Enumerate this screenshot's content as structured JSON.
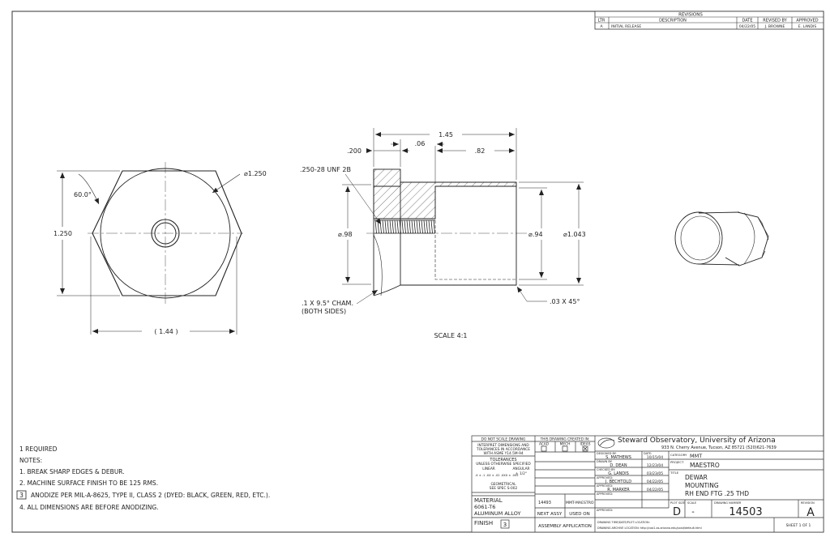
{
  "revisions": {
    "title": "REVISIONS",
    "headers": [
      "LTR",
      "DESCRIPTION",
      "DATE",
      "REVISED BY",
      "APPROVED"
    ],
    "rows": [
      [
        "A",
        "INITIAL RELEASE",
        "04/22/05",
        "J. BROWNE",
        "E. LANDIS"
      ]
    ]
  },
  "front_view": {
    "height_dim": "1.250",
    "diameter_dim": "⌀1.250",
    "angle_dim": "60.0°",
    "width_dim": "( 1.44 )"
  },
  "side_view": {
    "overall_length": "1.45",
    "flange_offset": ".200",
    "shoulder": ".06",
    "bore_depth": ".82",
    "thread_callout": ".250-28 UNF 2B",
    "thread_dia": "⌀.98",
    "bore_dia": "⌀.94",
    "outer_dia": "⌀1.043",
    "chamfer_note": ".1 X 9.5° CHAM.",
    "chamfer_note2": "(BOTH SIDES)",
    "edge_chamfer": ".03 X 45°"
  },
  "scale_label": "SCALE 4:1",
  "notes": {
    "qty": "1 REQUIRED",
    "heading": "NOTES:",
    "items": [
      "1. BREAK SHARP EDGES & DEBUR.",
      "2. MACHINE SURFACE FINISH TO BE 125 RMS.",
      "ANODIZE PER MIL-A-8625, TYPE II, CLASS 2 (DYED: BLACK, GREEN, RED, ETC.).",
      "4. ALL DIMENSIONS ARE BEFORE ANODIZING."
    ],
    "flag_number": "3"
  },
  "title_block": {
    "do_not_scale": "DO NOT SCALE DRAWING",
    "interpret_1": "INTERPRET DIMENSIONS AND",
    "interpret_2": "TOLERANCES IN ACCORDANCE",
    "interpret_3": "WITH ASME Y14.5M-94",
    "tolerances_title": "TOLERANCES",
    "tolerances_sub": "UNLESS OTHERWISE SPECIFIED",
    "linear_label": "LINEAR",
    "angular_label": "ANGULAR",
    "linear_values": ".X ± .1   .XX ± .02   .XXX ± .005",
    "angular_value": "± 1/2°",
    "geom_1": "GEOMETRICAL",
    "geom_2": "SEE SPEC S-002",
    "created_in": "THIS DRAWING CREATED IN:",
    "cad_options": [
      "ACAD",
      "MECH",
      "IDEAS"
    ],
    "material_label": "MATERIAL",
    "material_1": "6061-T6",
    "material_2": "ALUMINUM ALLOY",
    "finish_label": "FINISH",
    "finish_flag": "3",
    "next_assy_number": "14493",
    "used_on_value": "MMT-MAESTRO",
    "next_assy_label": "NEXT ASSY",
    "used_on_label": "USED ON",
    "application_label": "ASSEMBLY APPLICATION",
    "org_name": "Steward Observatory, University of Arizona",
    "org_address": "933 N. Cherry Avenue, Tucson, AZ  85721   (520)621-7639",
    "people": [
      {
        "role": "DESIGNED BY:",
        "name": "S. MATHEWS",
        "date": "10/15/04"
      },
      {
        "role": "DRAWN BY:",
        "name": "D. DEAN",
        "date": "12/23/04"
      },
      {
        "role": "CHECKED BY:",
        "name": "G. LANDIS",
        "date": "03/23/05"
      },
      {
        "role": "APPROVED:",
        "name": "J. BECHTOLD",
        "date": "04/22/05"
      },
      {
        "role": "APPROVED:",
        "name": "R. MARKER",
        "date": "04/22/05"
      },
      {
        "role": "APPROVED:",
        "name": "",
        "date": ""
      },
      {
        "role": "APPROVED:",
        "name": "",
        "date": ""
      }
    ],
    "date_label": "DATE:",
    "category_label": "CATEGORY",
    "category": "MMT",
    "project_label": "PROJECT",
    "project": "MAESTRO",
    "title_label": "TITLE",
    "title_lines": [
      "DEWAR",
      "MOUNTING",
      "RH END FTG .25 THD"
    ],
    "plot_size_label": "PLOT SIZE",
    "scale_field_label": "SCALE",
    "drawing_number_label": "DRAWING NUMBER",
    "revision_label": "REVISION",
    "plot_size": "D",
    "scale_value": "-",
    "drawing_number": "14503",
    "revision": "A",
    "sheet": "SHEET 1 OF 1",
    "footer_1": "DRAWING  TIME/DATE/PLOT LOCATION:",
    "footer_2": "DRAWING ARCHIVE LOCATION: http://caa1.as.arizona.edu/pcad/default.html"
  }
}
